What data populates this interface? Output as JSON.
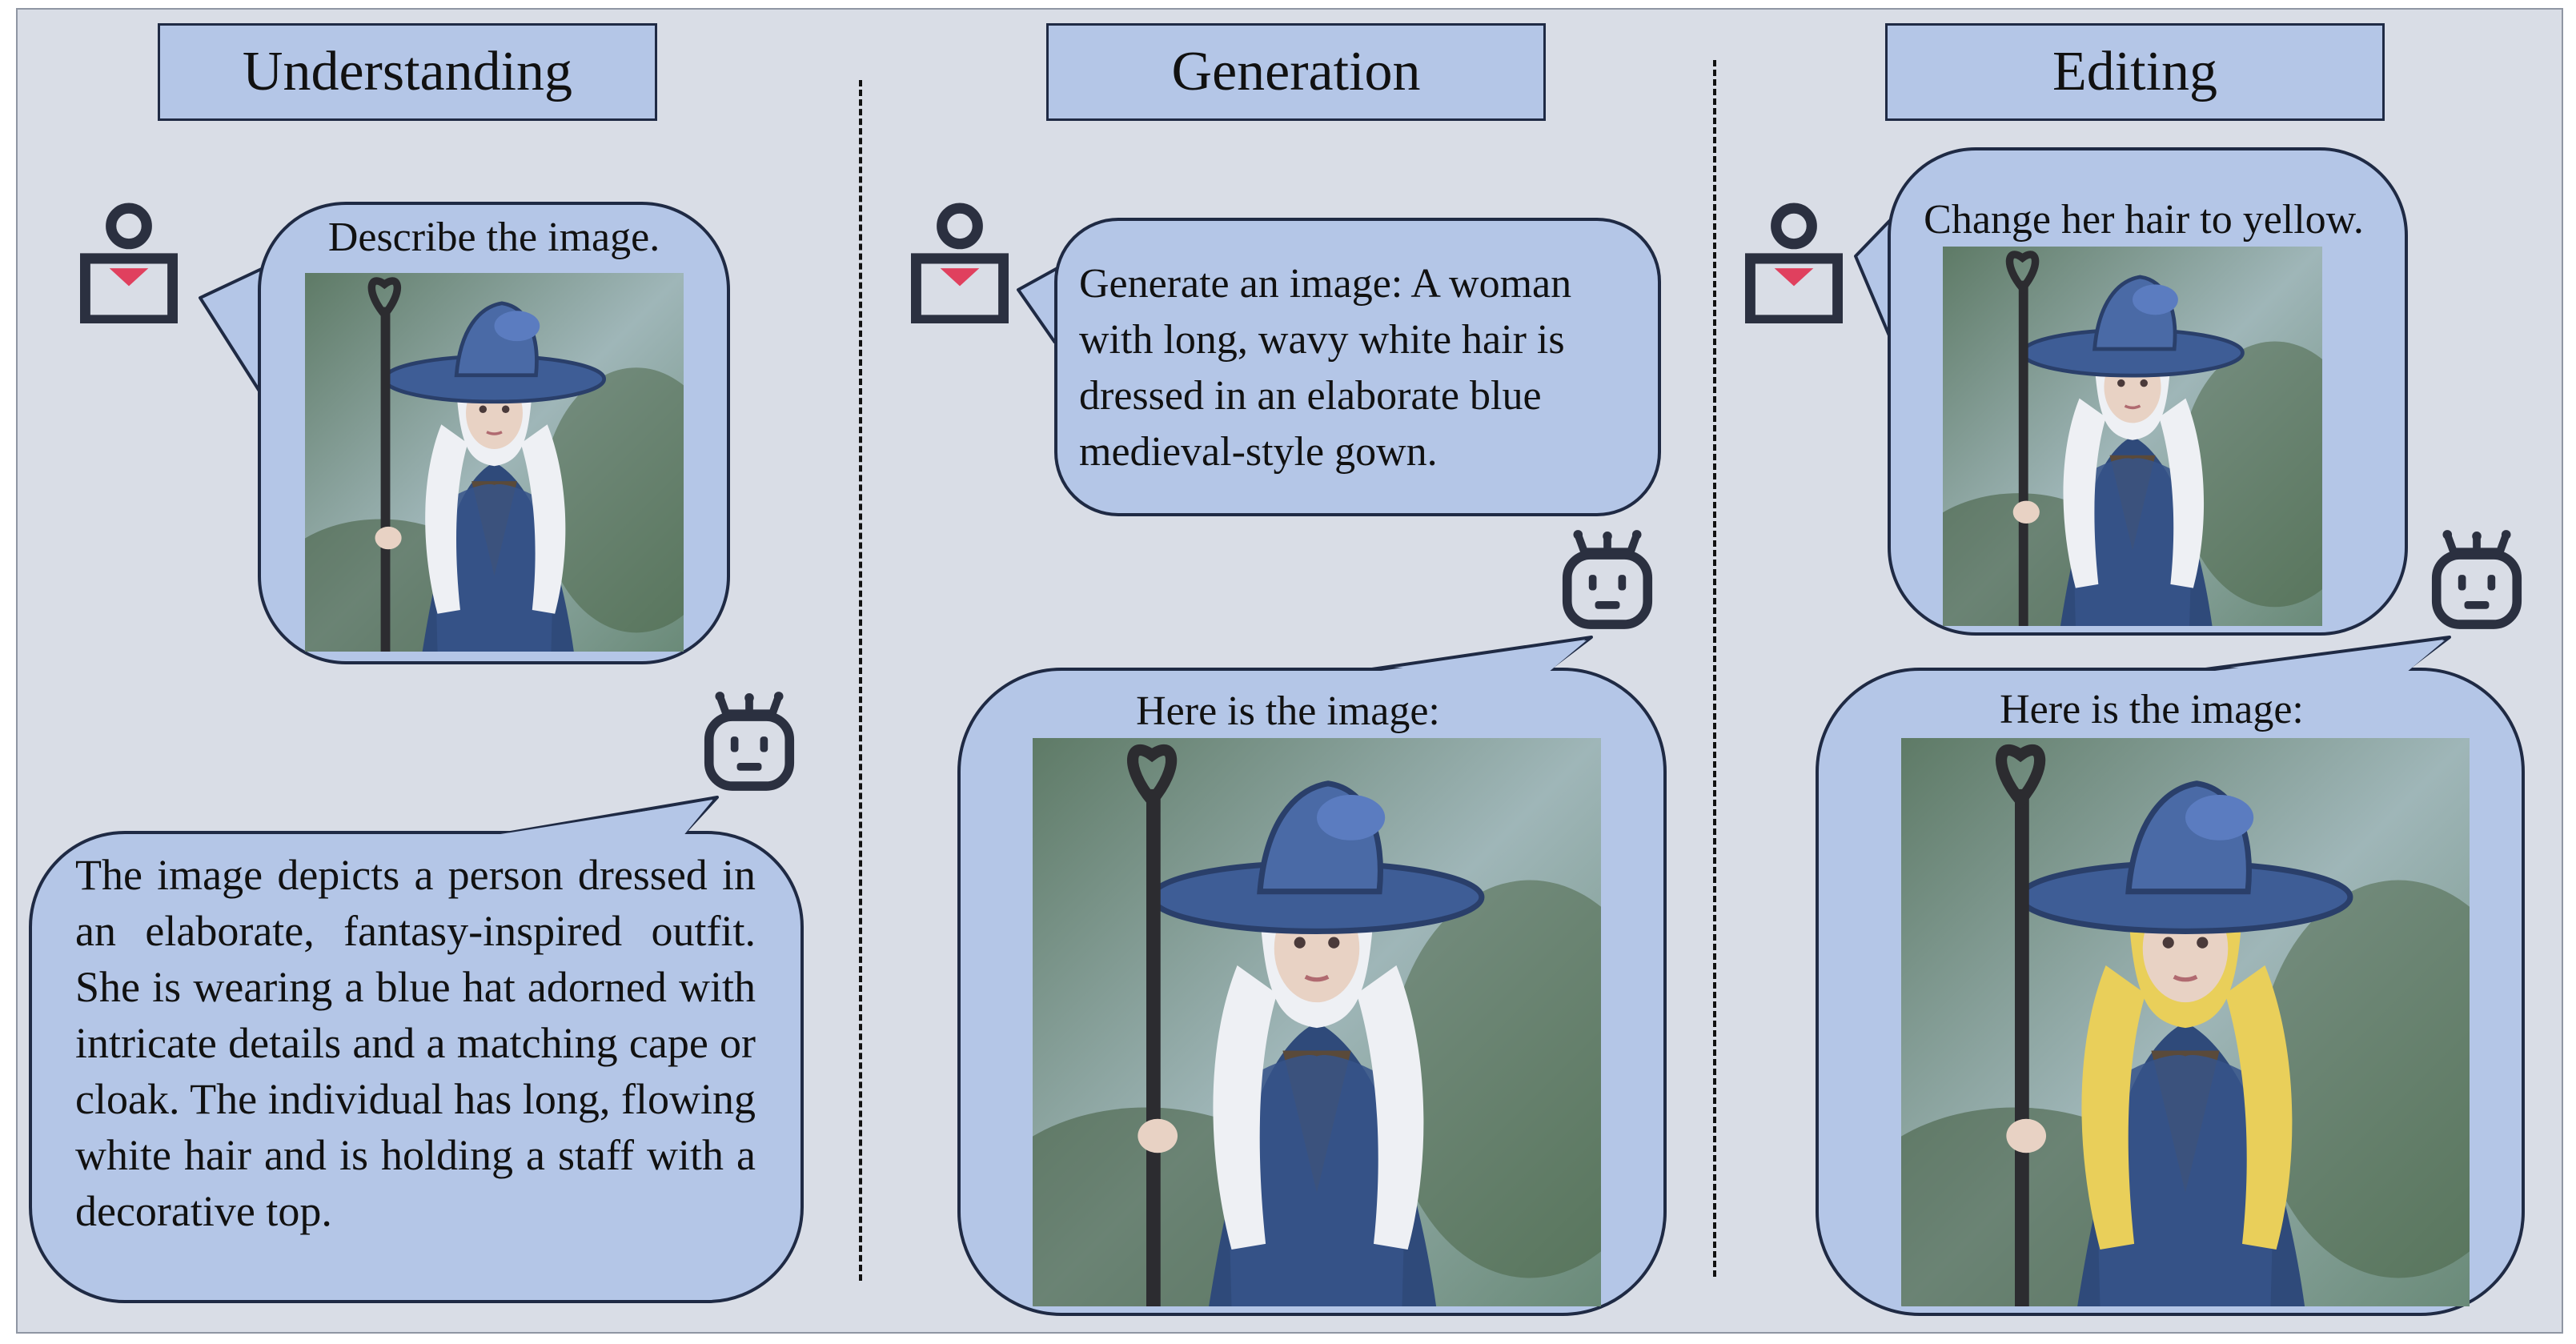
{
  "sections": {
    "understanding": {
      "title": "Understanding",
      "user_prompt": "Describe the image.",
      "assistant_response": "The image depicts a person dressed in an elaborate, fantasy-inspired outfit. She is wearing a blue hat adorned with intricate details and a matching cape or cloak. The individual has long, flowing white hair and is holding a staff with a decorative top."
    },
    "generation": {
      "title": "Generation",
      "user_prompt": "Generate an image: A woman with long, wavy white hair is dressed in an elaborate blue medieval-style gown.",
      "assistant_response": "Here is the image:"
    },
    "editing": {
      "title": "Editing",
      "user_prompt": "Change her hair to yellow.",
      "assistant_response": "Here is the image:"
    }
  },
  "icons": {
    "user": "user-avatar-icon",
    "assistant": "robot-avatar-icon"
  },
  "colors": {
    "panel_background": "#d9dde6",
    "bubble_fill": "#b4c6e7",
    "outline": "#1f2a44",
    "heart": "#e0405e",
    "hair_white": "#eef0f4",
    "hair_yellow": "#e9cf5a"
  }
}
